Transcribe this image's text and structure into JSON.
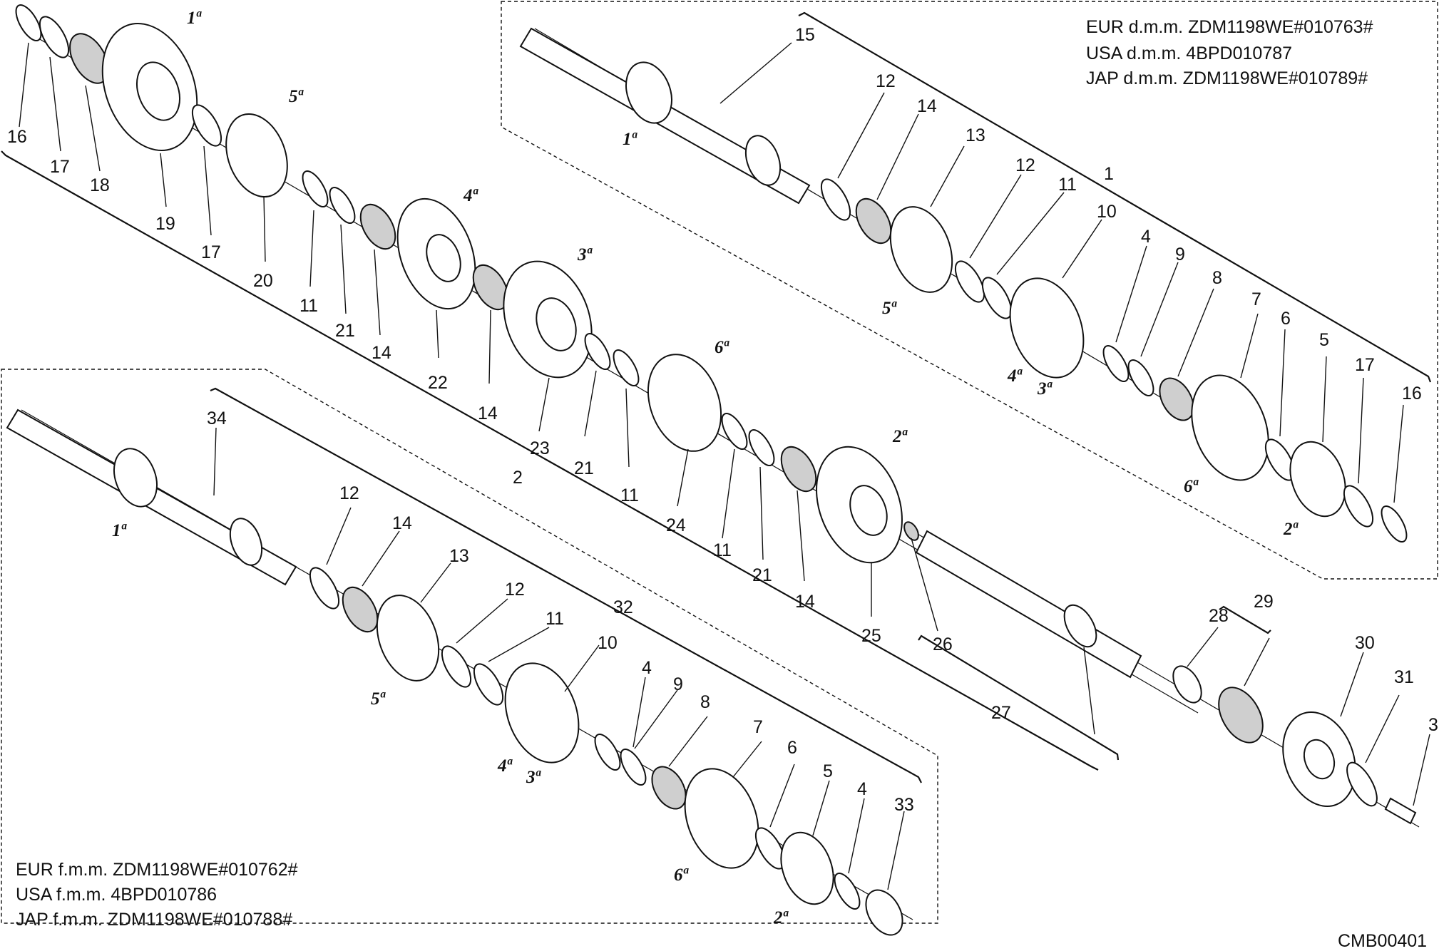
{
  "notes": {
    "dmm_eur": "EUR d.m.m. ZDM1198WE#010763#",
    "dmm_usa": "USA d.m.m. 4BPD010787",
    "dmm_jap": "JAP d.m.m. ZDM1198WE#010789#",
    "fmm_eur": "EUR f.m.m. ZDM1198WE#010762#",
    "fmm_usa": "USA f.m.m. 4BPD010786",
    "fmm_jap": "JAP f.m.m. ZDM1198WE#010788#",
    "drawing_code": "CMB00401"
  },
  "gear_labels": [
    "1ª",
    "5ª",
    "4ª",
    "3ª",
    "6ª",
    "2ª",
    "1ª",
    "5ª",
    "4ª",
    "3ª",
    "6ª",
    "2ª",
    "1ª",
    "5ª",
    "4ª",
    "3ª",
    "6ª",
    "2ª"
  ],
  "part_numbers": [
    "16",
    "17",
    "18",
    "19",
    "17",
    "20",
    "11",
    "21",
    "14",
    "22",
    "14",
    "23",
    "21",
    "11",
    "2",
    "24",
    "11",
    "21",
    "14",
    "25",
    "26",
    "27",
    "28",
    "29",
    "30",
    "31",
    "3",
    "15",
    "12",
    "14",
    "13",
    "12",
    "11",
    "1",
    "10",
    "4",
    "9",
    "8",
    "7",
    "6",
    "5",
    "17",
    "16",
    "34",
    "12",
    "14",
    "13",
    "12",
    "11",
    "32",
    "10",
    "4",
    "9",
    "8",
    "7",
    "6",
    "5",
    "4",
    "33"
  ]
}
